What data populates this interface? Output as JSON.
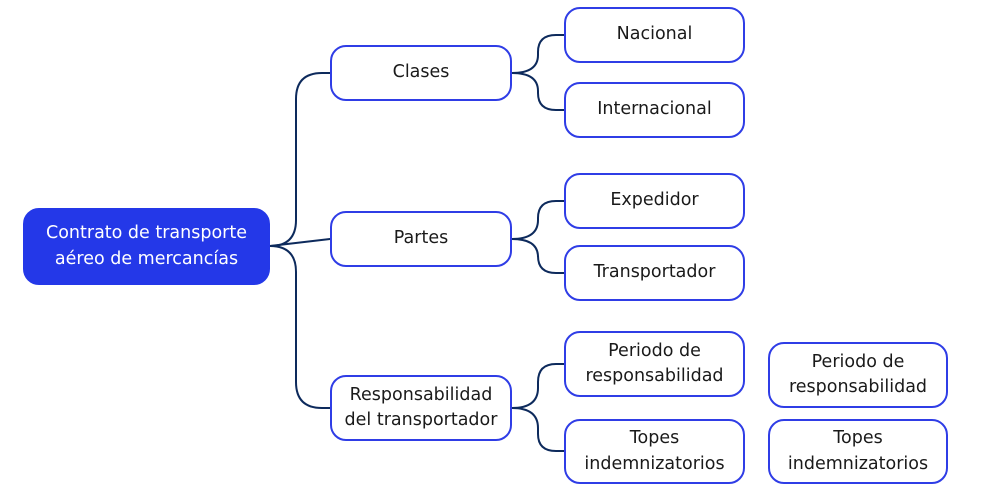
{
  "colors": {
    "root_fill": "#2438e8",
    "node_border": "#2f3de6",
    "connector": "#0d2a5c",
    "text": "#1a1a1a",
    "root_text": "#ffffff"
  },
  "root": {
    "line1": "Contrato de transporte",
    "line2": "aéreo de mercancías"
  },
  "branches": {
    "clases": {
      "label": "Clases",
      "children": {
        "nacional": "Nacional",
        "internacional": "Internacional"
      }
    },
    "partes": {
      "label": "Partes",
      "children": {
        "expedidor": "Expedidor",
        "transportador": "Transportador"
      }
    },
    "responsabilidad": {
      "line1": "Responsabilidad",
      "line2": "del transportador",
      "children": {
        "periodo": {
          "line1": "Periodo de",
          "line2": "responsabilidad"
        },
        "topes": {
          "line1": "Topes",
          "line2": "indemnizatorios"
        }
      }
    }
  },
  "duplicates": {
    "periodo": {
      "line1": "Periodo de",
      "line2": "responsabilidad"
    },
    "topes": {
      "line1": "Topes",
      "line2": "indemnizatorios"
    }
  }
}
